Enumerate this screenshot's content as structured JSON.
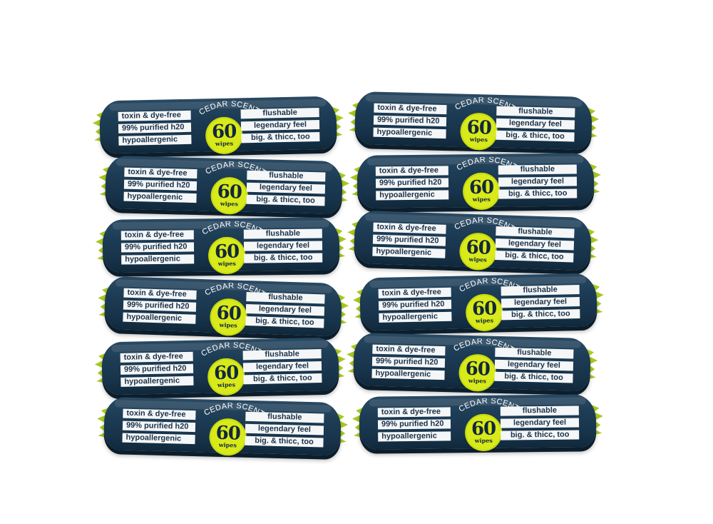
{
  "product": {
    "labels_left": [
      "toxin & dye-free",
      "99% purified h20",
      "hypoallergenic"
    ],
    "labels_right": [
      "flushable",
      "legendary feel",
      "big. & thicc, too"
    ],
    "scent": "CEDAR SCENT",
    "count": "60",
    "count_unit": "wipes"
  },
  "colors": {
    "package": "#1d3c55",
    "accent": "#d9ea1a",
    "crimp": "#a7c81e",
    "label_bg": "#f4f6f7",
    "label_text": "#1b3148",
    "background": "#ffffff"
  },
  "layout": {
    "stack_columns": 2,
    "stack_rows": 6
  }
}
